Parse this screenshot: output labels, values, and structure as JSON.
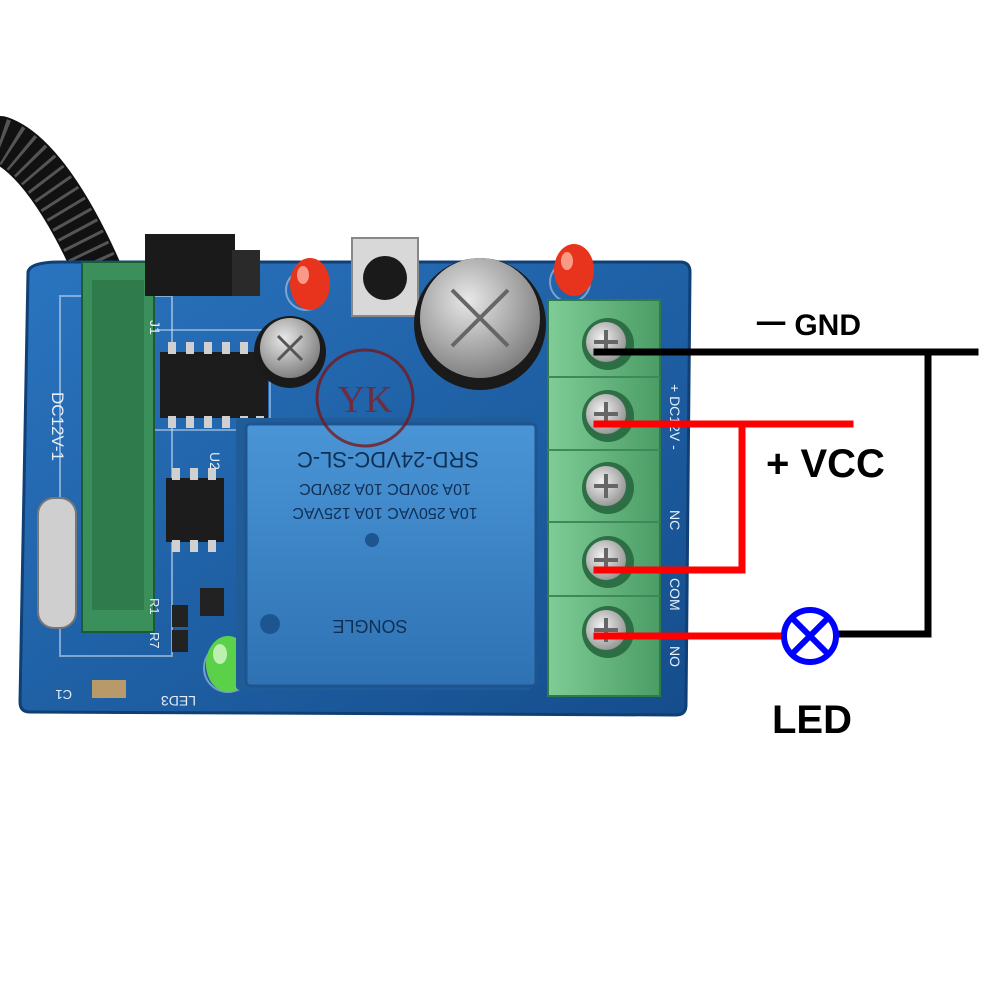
{
  "labels": {
    "gnd": "一 GND",
    "vcc": "+ VCC",
    "led": "LED"
  },
  "board": {
    "model": "DC12V-1",
    "relay_model": "SRD-24VDC-SL-C",
    "relay_ratings": [
      "10A 250VAC 10A 125VAC",
      "10A 30VDC 10A 28VDC"
    ],
    "relay_brand": "SONGLE",
    "watermark": "YK",
    "silkscreen": [
      "J1",
      "U2",
      "LED3",
      "R1",
      "R7",
      "C1",
      "NO",
      "COM",
      "NC",
      "+ DC12V -"
    ]
  },
  "colors": {
    "pcb": "#1d5fa8",
    "terminal": "#5fb37a",
    "relay": "#3b86c6",
    "positive_wire": "#ff0000",
    "ground_wire": "#000000",
    "lamp": "#0000ff"
  },
  "icons": [
    "antenna-coil-icon",
    "lamp-symbol-icon",
    "screw-icon"
  ]
}
